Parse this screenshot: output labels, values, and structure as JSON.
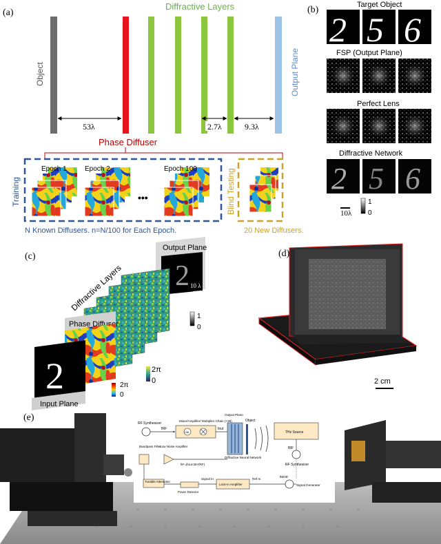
{
  "panel_a": {
    "label": "(a)",
    "title": "Diffractive Layers",
    "object_label": "Object",
    "output_plane_label": "Output Plane",
    "dist_1": "53λ",
    "dist_2": "2.7λ",
    "dist_3": "9.3λ",
    "phase_diffuser_label": "Phase Diffuser",
    "training_label": "Training",
    "blind_testing_label": "Blind Testing",
    "epochs": [
      "Epoch 1",
      "Epoch 2",
      "Epoch 100"
    ],
    "ellipsis": "•••",
    "known_diffusers_note": "N Known Diffusers. n=N/100 for Each Epoch.",
    "new_diffusers_note": "20 New Diffusers.",
    "colors": {
      "object": "#6d6d6d",
      "diffuser": "#e8141c",
      "layers": "#8cc63f",
      "output": "#9dc3e6",
      "title": "#6ab04c",
      "phase": "#c00000",
      "blue_box": "#2e5597",
      "gold_box": "#c9a227"
    }
  },
  "panel_b": {
    "label": "(b)",
    "rows": [
      "Target Object",
      "FSP (Output Plane)",
      "Perfect Lens",
      "Diffractive Network"
    ],
    "digits": [
      "2",
      "5",
      "6"
    ],
    "scale_bar": "10λ",
    "cbar_max": "1",
    "cbar_min": "0"
  },
  "panel_c": {
    "label": "(c)",
    "diffractive_layers": "Diffractive Layers",
    "output_plane": "Output Plane",
    "phase_diffuser": "Phase Diffuser",
    "input_plane": "Input Plane",
    "scale_bar": "10 λ",
    "output_digit": "2",
    "input_digit": "2",
    "phase_max": "2π",
    "phase_min": "0",
    "amp_max": "1",
    "amp_min": "0"
  },
  "panel_d": {
    "label": "(d)",
    "scale_bar": "2 cm"
  },
  "panel_e": {
    "label": "(e)",
    "rf_synth_1": "RF Synthesizer",
    "f_rf": "fRF",
    "mixer": "Mixer/Amplifier/ Multiplier Chain (×36)",
    "x36": "×36",
    "f_out": "fout",
    "output_plane": "Output Plane",
    "object": "Object",
    "dnn": "Diffractive Neural Network",
    "thz_source": "THz Source",
    "rf_synth_2": "RF Synthesizer",
    "f_rf2": "fRF",
    "bandpass": "Bandpass Filter",
    "lna": "Low Noise Amplifier",
    "if_eq": "fIF=|fout-36×fRF|",
    "attenuator": "Tunable Attenuator",
    "power_detector": "Power Detector",
    "lockin": "Lock-in Amplifier",
    "signal_in": "Signal In",
    "ref_in": "Ref In",
    "f_mod": "fMOD",
    "signal_gen": "Signal Generator"
  }
}
